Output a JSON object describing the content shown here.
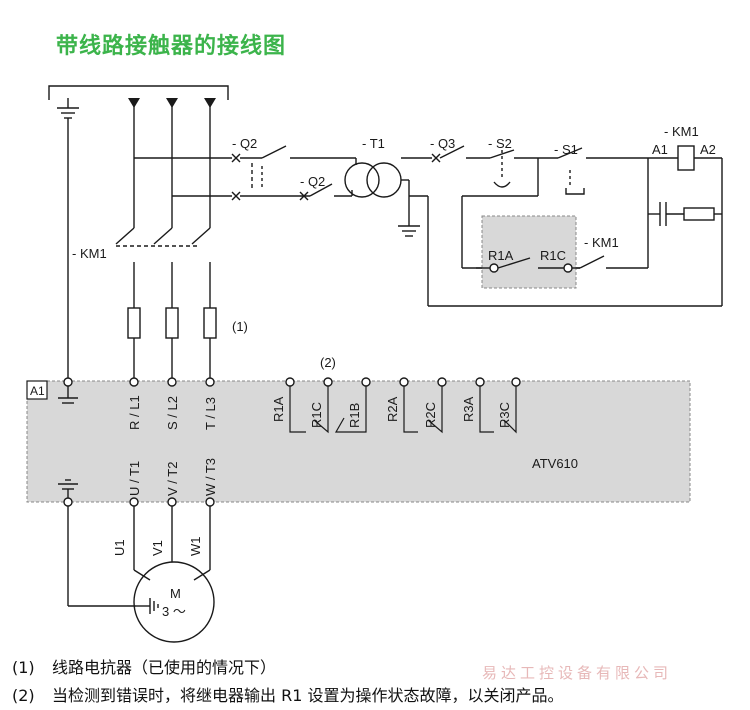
{
  "title": "带线路接触器的接线图",
  "labels": {
    "q2_top": "- Q2",
    "q2_mid": "- Q2",
    "t1": "- T1",
    "q3": "- Q3",
    "s2": "- S2",
    "s1": "- S1",
    "km1_coil": "- KM1",
    "a1": "A1",
    "a2": "A2",
    "km1_main": "- KM1",
    "km1_aux": "- KM1",
    "r1a_top": "R1A",
    "r1c_top": "R1C",
    "note_ref_1": "(1)",
    "note_ref_2": "(2)",
    "a1_box": "A1",
    "drive_model": "ATV610",
    "terminal_l1": "R / L1",
    "terminal_l2": "S / L2",
    "terminal_l3": "T / L3",
    "terminal_t1": "U / T1",
    "terminal_t2": "V / T2",
    "terminal_t3": "W / T3",
    "relay_r1a": "R1A",
    "relay_r1c": "R1C",
    "relay_r1b": "R1B",
    "relay_r2a": "R2A",
    "relay_r2c": "R2C",
    "relay_r3a": "R3A",
    "relay_r3c": "R3C",
    "motor_u1": "U1",
    "motor_v1": "V1",
    "motor_w1": "W1",
    "motor_m": "M",
    "motor_phase": "3 ～"
  },
  "notes": [
    {
      "num": "(1)",
      "text": "线路电抗器（已使用的情况下）"
    },
    {
      "num": "(2)",
      "text": "当检测到错误时，将继电器输出 R1 设置为操作状态故障，以关闭产品。"
    }
  ],
  "watermark": "易达工控设备有限公司",
  "colors": {
    "title": "#3cb44b",
    "drive_fill": "#d8d8d8",
    "line": "#1a1a1a"
  }
}
